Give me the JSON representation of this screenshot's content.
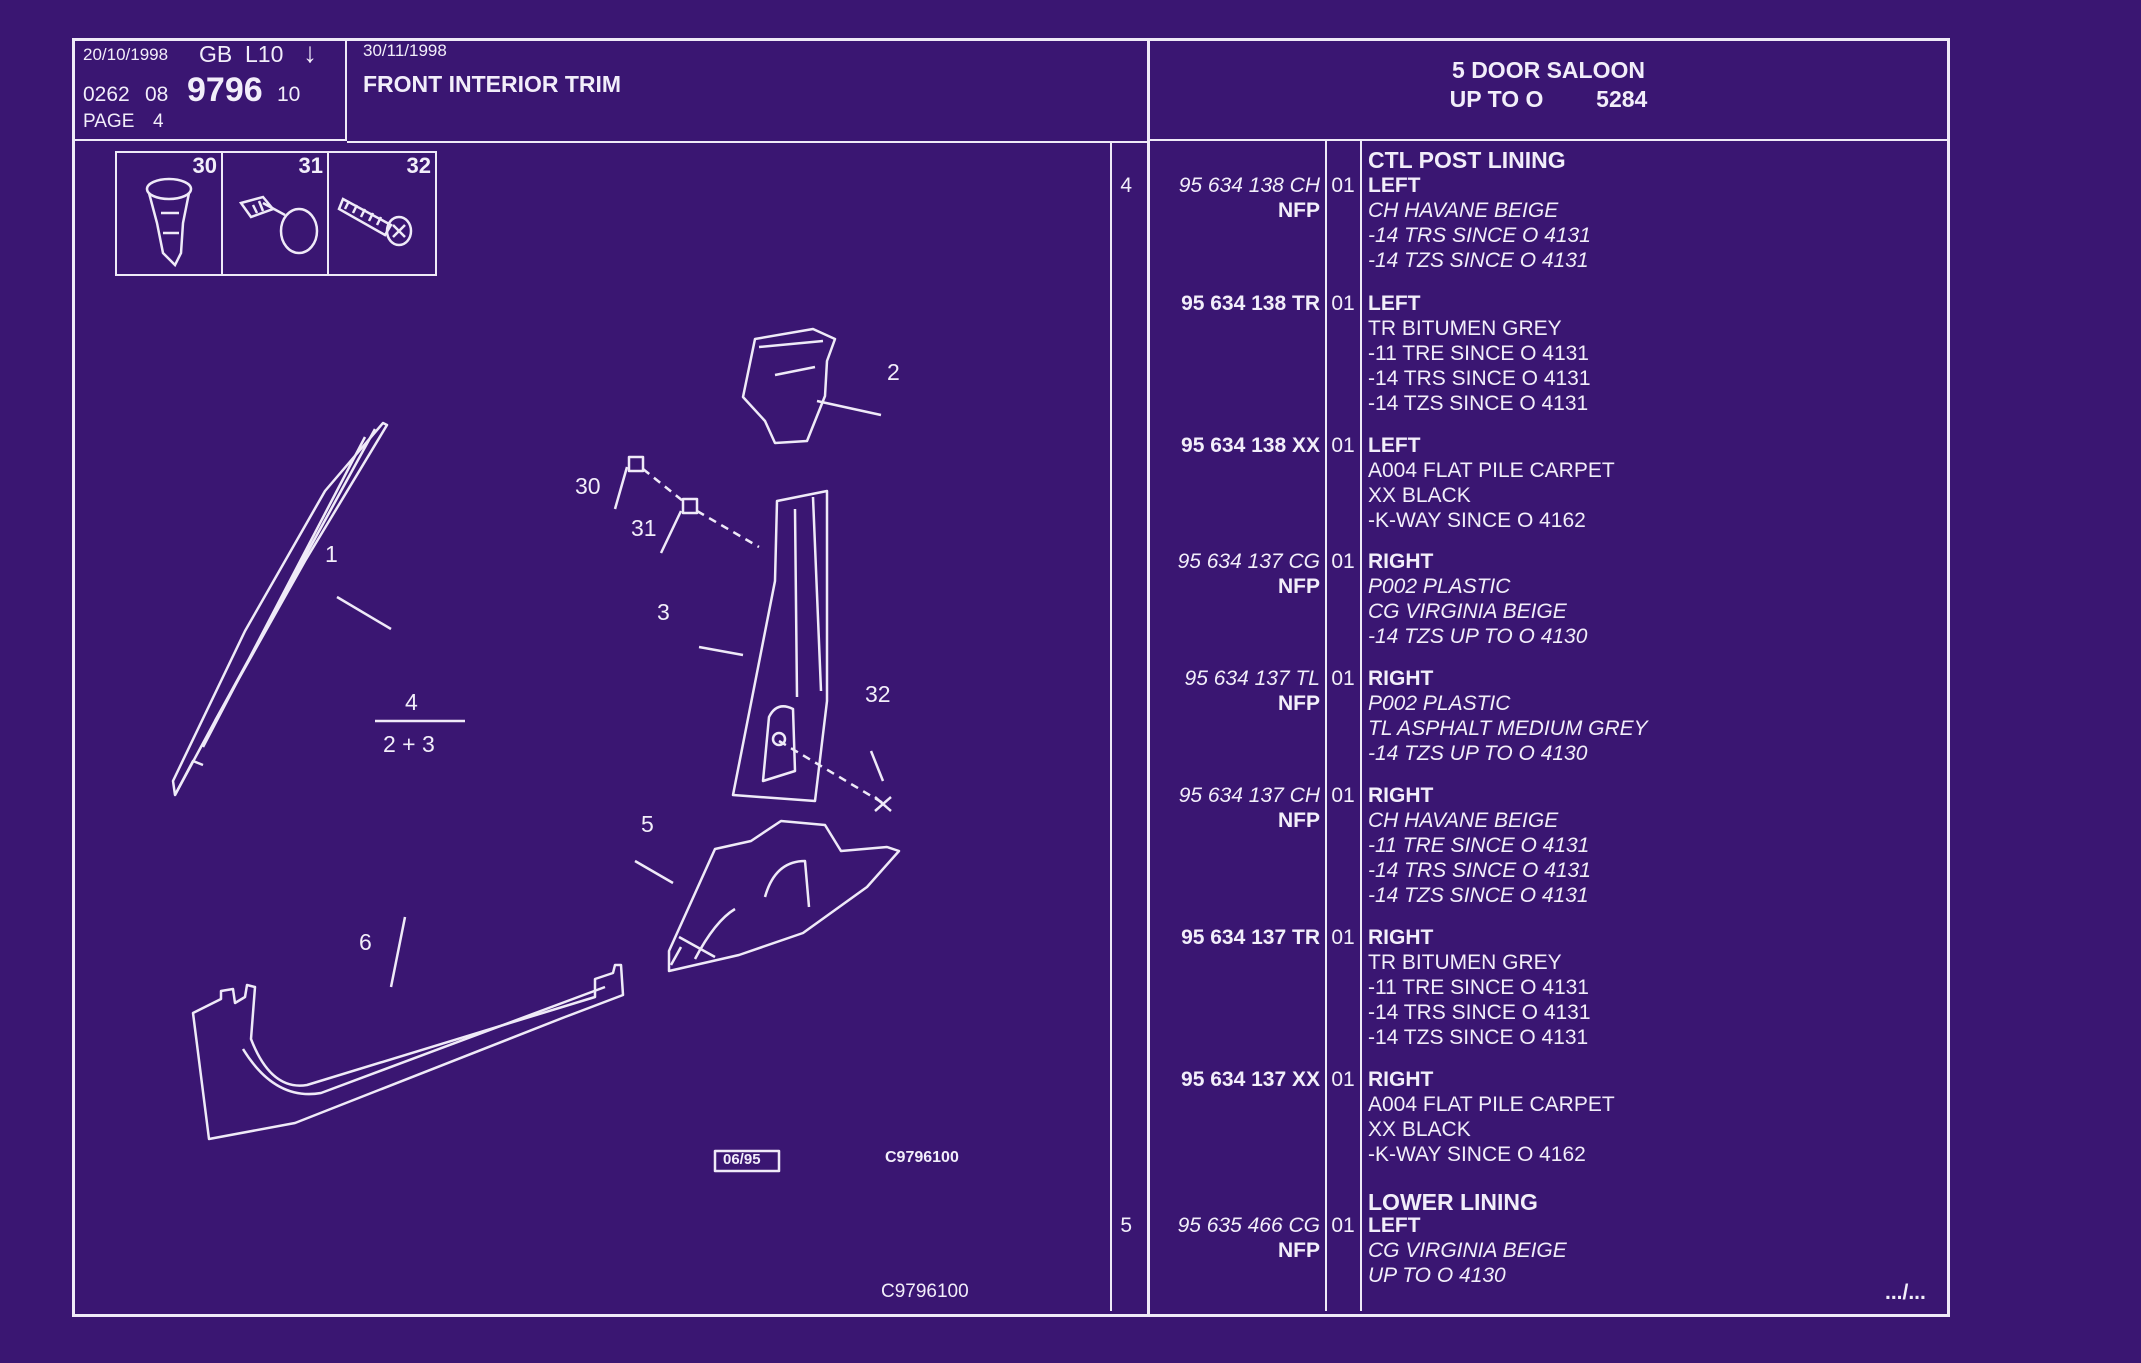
{
  "header": {
    "date1": "20/10/1998",
    "country_code": "GB",
    "lang_code": "L10",
    "arrow_glyph": "↓",
    "ref_a": "0262",
    "ref_b": "08",
    "ref_main": "9796",
    "ref_c": "10",
    "page_label": "PAGE",
    "page_number": "4",
    "date2": "30/11/1998",
    "title": "FRONT INTERIOR TRIM",
    "model_line1": "5 DOOR SALOON",
    "model_line2_prefix": "UP TO O",
    "model_line2_number": "5284"
  },
  "thumbnails": [
    {
      "number": "30",
      "icon": "clip-icon"
    },
    {
      "number": "31",
      "icon": "stud-icon"
    },
    {
      "number": "32",
      "icon": "screw-icon"
    }
  ],
  "diagram": {
    "labels": [
      "1",
      "2",
      "3",
      "30",
      "31",
      "32",
      "5",
      "6"
    ],
    "fraction_numerator": "4",
    "fraction_denominator": "2 + 3",
    "date_box": "06/95",
    "drawing_code": "C9796100",
    "footer_code": "C9796100"
  },
  "parts_list": {
    "sections": [
      {
        "title": "CTL POST LINING"
      },
      {
        "title": "LOWER LINING"
      }
    ],
    "entries": [
      {
        "ref": "4",
        "part_number": "95 634 138 CH",
        "italic": true,
        "nfp": "NFP",
        "qty": "01",
        "side": "LEFT",
        "lines": [
          "CH HAVANE BEIGE",
          "-14 TRS SINCE O 4131",
          "-14 TZS SINCE O 4131"
        ],
        "lines_italic": true
      },
      {
        "ref": "",
        "part_number": "95 634 138 TR",
        "italic": false,
        "nfp": "",
        "qty": "01",
        "side": "LEFT",
        "lines": [
          "TR BITUMEN GREY",
          "-11 TRE SINCE O 4131",
          "-14 TRS SINCE O 4131",
          "-14 TZS SINCE O 4131"
        ],
        "lines_italic": false
      },
      {
        "ref": "",
        "part_number": "95 634 138 XX",
        "italic": false,
        "nfp": "",
        "qty": "01",
        "side": "LEFT",
        "lines": [
          "A004 FLAT PILE CARPET",
          "XX BLACK",
          "-K-WAY SINCE O 4162"
        ],
        "lines_italic": false
      },
      {
        "ref": "",
        "part_number": "95 634 137 CG",
        "italic": true,
        "nfp": "NFP",
        "qty": "01",
        "side": "RIGHT",
        "lines": [
          "P002 PLASTIC",
          "CG VIRGINIA BEIGE",
          "-14 TZS UP TO O 4130"
        ],
        "lines_italic": true
      },
      {
        "ref": "",
        "part_number": "95 634 137 TL",
        "italic": true,
        "nfp": "NFP",
        "qty": "01",
        "side": "RIGHT",
        "lines": [
          "P002 PLASTIC",
          "TL ASPHALT MEDIUM GREY",
          "-14 TZS UP TO O 4130"
        ],
        "lines_italic": true
      },
      {
        "ref": "",
        "part_number": "95 634 137 CH",
        "italic": true,
        "nfp": "NFP",
        "qty": "01",
        "side": "RIGHT",
        "lines": [
          "CH HAVANE BEIGE",
          "-11 TRE SINCE O 4131",
          "-14 TRS SINCE O 4131",
          "-14 TZS SINCE O 4131"
        ],
        "lines_italic": true
      },
      {
        "ref": "",
        "part_number": "95 634 137 TR",
        "italic": false,
        "nfp": "",
        "qty": "01",
        "side": "RIGHT",
        "lines": [
          "TR BITUMEN GREY",
          "-11 TRE SINCE O 4131",
          "-14 TRS SINCE O 4131",
          "-14 TZS SINCE O 4131"
        ],
        "lines_italic": false
      },
      {
        "ref": "",
        "part_number": "95 634 137 XX",
        "italic": false,
        "nfp": "",
        "qty": "01",
        "side": "RIGHT",
        "lines": [
          "A004 FLAT PILE CARPET",
          "XX BLACK",
          "-K-WAY SINCE O 4162"
        ],
        "lines_italic": false
      },
      {
        "ref": "5",
        "part_number": "95 635 466 CG",
        "italic": true,
        "nfp": "NFP",
        "qty": "01",
        "side": "LEFT",
        "lines": [
          "CG VIRGINIA BEIGE",
          "UP TO O 4130"
        ],
        "lines_italic": true
      }
    ],
    "continued": ".../..."
  },
  "colors": {
    "background": "#3a1672",
    "ink": "#f2eefa"
  }
}
